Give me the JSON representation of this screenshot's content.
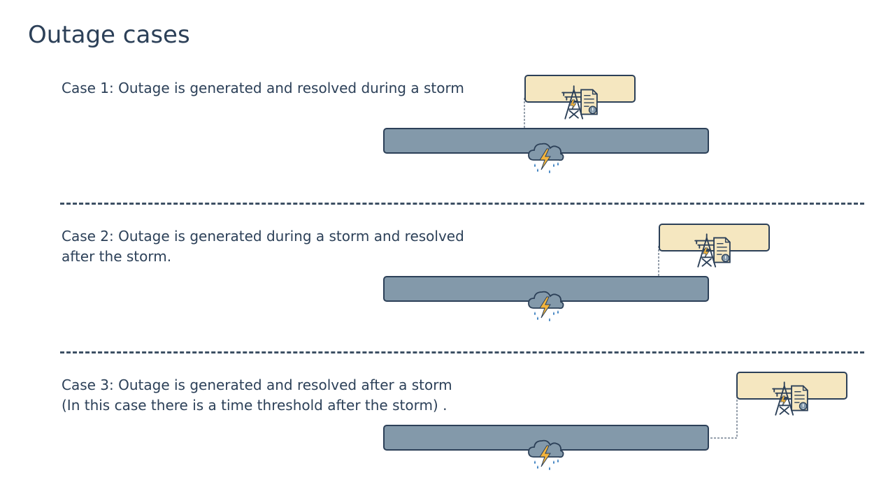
{
  "title": "Outage cases",
  "cases": [
    {
      "lines": [
        "Case 1: Outage is generated and resolved during a storm"
      ]
    },
    {
      "lines": [
        "Case 2: Outage is generated during a storm and resolved",
        "after the storm."
      ]
    },
    {
      "lines": [
        "Case 3: Outage is generated and resolved after a storm",
        "(In this case there is a time threshold after the storm) ."
      ]
    }
  ],
  "icons": {
    "storm": "storm-cloud-icon",
    "outage": "power-tower-document-icon"
  },
  "colors": {
    "storm_bar": "#8399aa",
    "outage_box": "#f5e7c0",
    "outline": "#2c4058",
    "lightning": "#f3b43c",
    "rain": "#3a7fc0"
  }
}
